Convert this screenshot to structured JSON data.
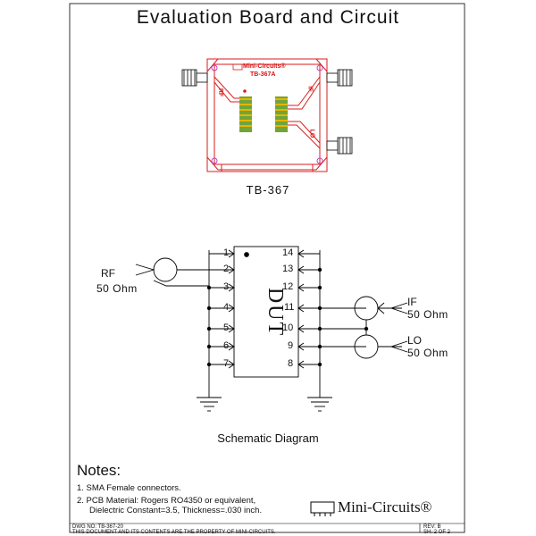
{
  "title": "Evaluation Board and Circuit",
  "board": {
    "brand": "Mini-Circuits®",
    "part": "TB-367A",
    "label": "TB-367",
    "side_labels": {
      "rf": "RF",
      "if": "IF",
      "lo": "LO"
    }
  },
  "schematic": {
    "caption": "Schematic Diagram",
    "dut_label": "DUT",
    "left_pins": [
      "1",
      "2",
      "3",
      "4",
      "5",
      "6",
      "7"
    ],
    "right_pins": [
      "14",
      "13",
      "12",
      "11",
      "10",
      "9",
      "8"
    ],
    "ports": {
      "rf": {
        "name": "RF",
        "impedance": "50 Ohm"
      },
      "if": {
        "name": "IF",
        "impedance": "50 Ohm"
      },
      "lo": {
        "name": "LO",
        "impedance": "50 Ohm"
      }
    }
  },
  "notes": {
    "title": "Notes:",
    "items": [
      "1. SMA Female connectors.",
      "2. PCB Material: Rogers RO4350 or equivalent,",
      "Dielectric Constant=3.5, Thickness=.030 inch."
    ]
  },
  "footer": {
    "dwg_no": "DWG NO: TB-367-20",
    "property": "THIS DOCUMENT AND ITS CONTENTS ARE THE PROPERTY OF MINI-CIRCUITS.",
    "rev": "REV: B",
    "sheet": "SH: 2 OF 2",
    "logo": "Mini-Circuits®"
  },
  "colors": {
    "board_red": "#d81e1e",
    "trace_green": "#6fa53a",
    "pad_yellow": "#e8b400"
  }
}
